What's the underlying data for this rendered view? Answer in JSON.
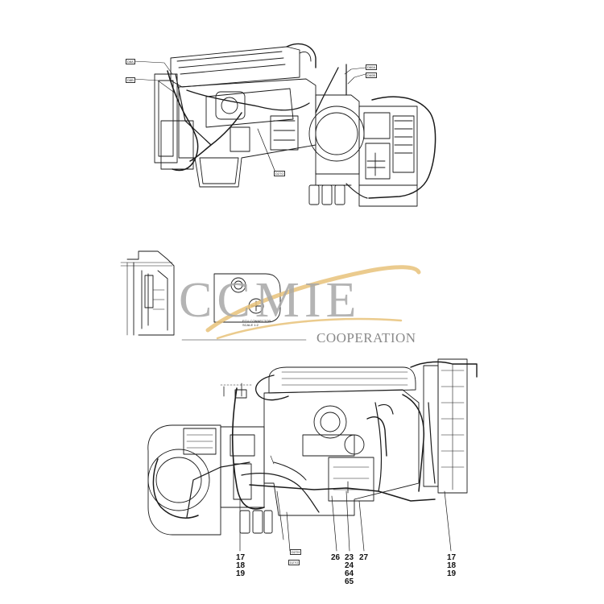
{
  "watermark": {
    "brand": "CCMIE",
    "subtitle": "COOPERATION",
    "swoosh_color": "#e8c27a",
    "text_color": "#a8a8a8"
  },
  "top_view_tags": [
    "D8A",
    "D8B",
    "D60A",
    "D60B",
    "D27G"
  ],
  "detail_view": {
    "caption_line1": "ECU CONNECTOR",
    "caption_line2": "SCALE 1:2"
  },
  "bottom_view_tags": [
    "D27H",
    "D27G"
  ],
  "part_labels": {
    "left_group": [
      "17",
      "18",
      "19"
    ],
    "mid_a": "26",
    "mid_b": [
      "23",
      "24",
      "64",
      "65"
    ],
    "mid_c": "27",
    "right_group": [
      "17",
      "18",
      "19"
    ]
  }
}
